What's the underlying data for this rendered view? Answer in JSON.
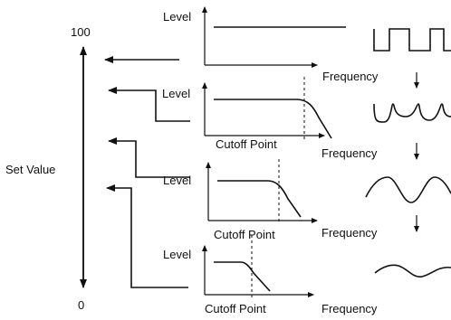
{
  "scale": {
    "top_label": "100",
    "bottom_label": "0",
    "axis_label": "Set Value"
  },
  "graph_labels": {
    "level": "Level",
    "frequency": "Frequency",
    "cutoff_point": "Cutoff Point"
  },
  "stages": [
    {
      "name": "unfiltered",
      "waveform": "square"
    },
    {
      "name": "high-cutoff",
      "waveform": "rounded-square"
    },
    {
      "name": "mid-cutoff",
      "waveform": "sine"
    },
    {
      "name": "low-cutoff",
      "waveform": "low-amplitude-sine"
    }
  ]
}
